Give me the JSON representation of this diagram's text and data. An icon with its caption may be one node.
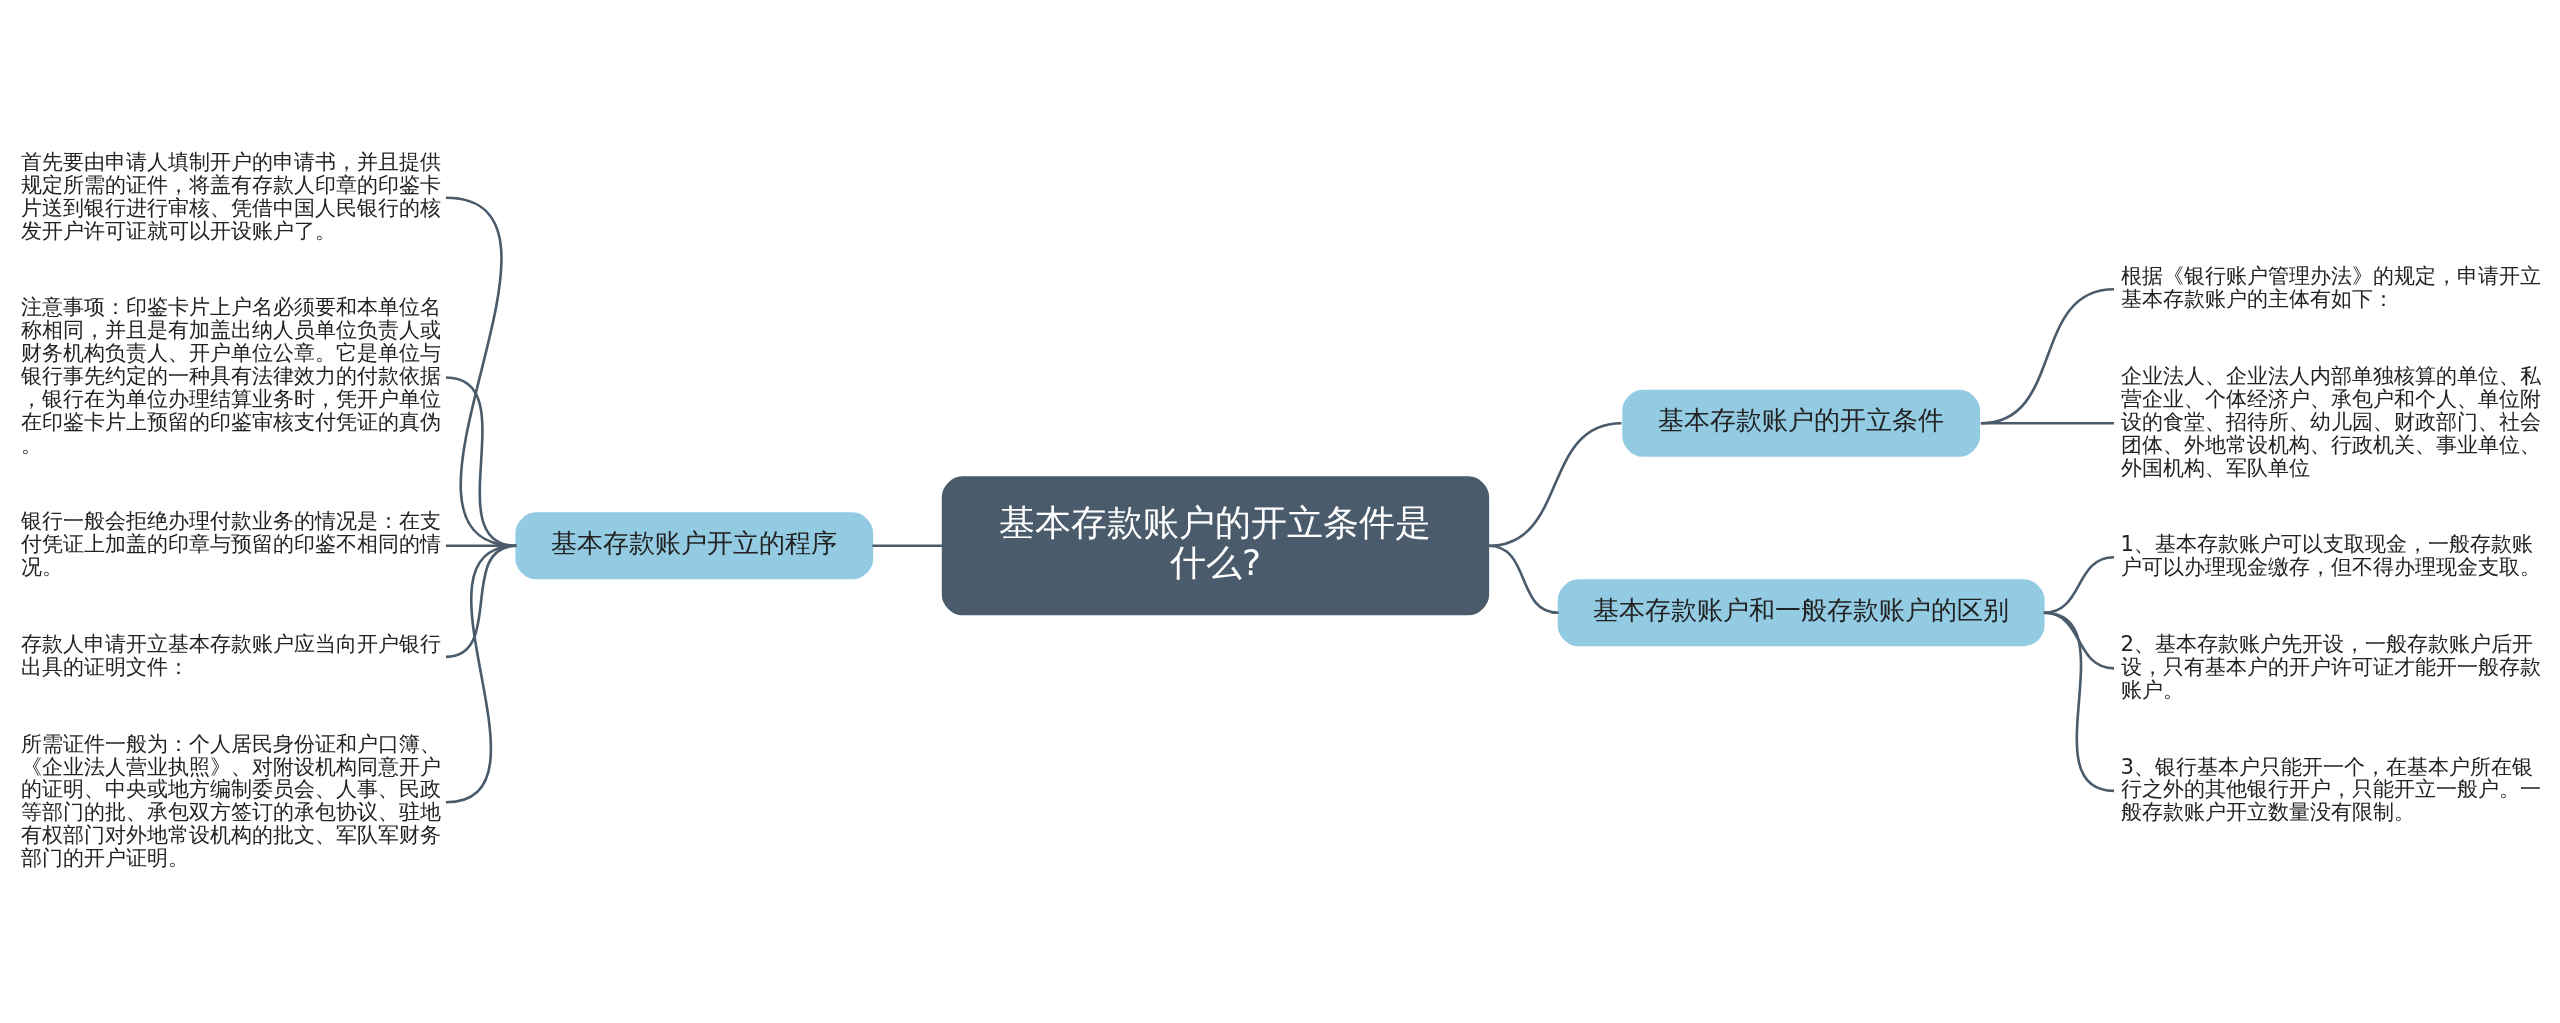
{
  "diagram": {
    "nodes": [
      {
        "text": [
          "基本存款账户的开立条件是什么?"
        ]
      },
      {
        "text": [
          "基本存款账户开立的程序"
        ]
      },
      {
        "text": [
          "首先要由申请人填制开户的申请书，并且提供规定所需的证件，将盖有存款人印章的印鉴卡片送到银行进行审核、凭借中国人民银行的核发开户许可证就可以开设账户了。"
        ]
      },
      {
        "text": [
          "注意事项：印鉴卡片上户名必须要和本单位名称相同，并且是有加盖出纳人员单位负责人或财务机构负责人、开户单位公章。它是单位与银行事先约定的一种具有法律效力的付款依据，银行在为单位办理结算业务时，凭开户单位在印鉴卡片上预留的印鉴审核支付凭证的真伪。"
        ]
      },
      {
        "text": [
          "银行一般会拒绝办理付款业务的情况是：在支付凭证上加盖的印章与预留的印鉴不相同的情况。"
        ]
      },
      {
        "text": [
          "存款人申请开立基本存款账户应当向开户银行出具的证明文件："
        ]
      },
      {
        "text": [
          "所需证件一般为：个人居民身份证和户口簿、《企业法人营业执照》、对附设机构同意开户的证明、中央或地方编制委员会、人事、民政等部门的批、承包双方签订的承包协议、驻地有权部门对外地常设机构的批文、军队军财务部门的开户证明。"
        ]
      },
      {
        "text": [
          "基本存款账户的开立条件"
        ]
      },
      {
        "text": [
          "根据《银行账户管理办法》的规定，申请开立基本存款账户的主体有如下："
        ]
      },
      {
        "text": [
          "企业法人、企业法人内部单独核算的单位、私营企业、个体经济户、承包户和个人、单位附设的食堂、招待所、幼儿园、财政部门、社会团体、外地常设机构、行政机关、事业单位、外国机构、军队单位"
        ]
      },
      {
        "text": [
          "基本存款账户和一般存款账户的区别"
        ]
      },
      {
        "text": [
          "1、基本存款账户可以支取现金，一般存款账户可以办理现金缴存，但不得办理现金支取。"
        ]
      },
      {
        "text": [
          "2、基本存款账户先开设，一般存款账户后开设，只有基本户的开户许可证才能开一般存款账户。"
        ]
      },
      {
        "text": [
          "3、银行基本户只能开一个，在基本户所在银行之外的其他银行开户，只能开立一般户。一般存款账户开立数量没有限制。"
        ]
      }
    ],
    "edges": [
      {
        "from": 0,
        "to": 1,
        "arrow": "none"
      },
      {
        "from": 1,
        "to": 2,
        "arrow": "none"
      },
      {
        "from": 1,
        "to": 3,
        "arrow": "none"
      },
      {
        "from": 1,
        "to": 4,
        "arrow": "none"
      },
      {
        "from": 1,
        "to": 5,
        "arrow": "none"
      },
      {
        "from": 1,
        "to": 6,
        "arrow": "none"
      },
      {
        "from": 0,
        "to": 7,
        "arrow": "none"
      },
      {
        "from": 7,
        "to": 8,
        "arrow": "none"
      },
      {
        "from": 7,
        "to": 9,
        "arrow": "none"
      },
      {
        "from": 0,
        "to": 10,
        "arrow": "none"
      },
      {
        "from": 10,
        "to": 11,
        "arrow": "none"
      },
      {
        "from": 10,
        "to": 12,
        "arrow": "none"
      },
      {
        "from": 10,
        "to": 13,
        "arrow": "none"
      }
    ]
  }
}
